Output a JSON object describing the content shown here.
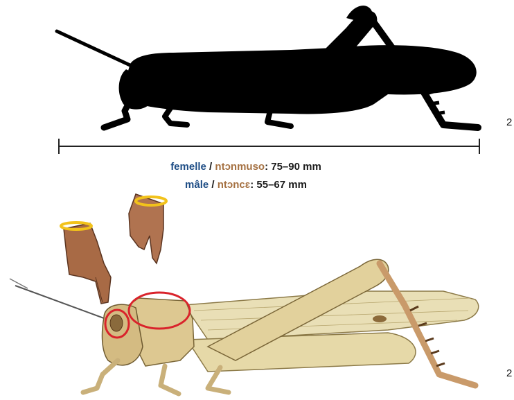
{
  "size_info": {
    "female_fr": "femelle",
    "female_bm": "ntɔnmuso",
    "female_size": "75–90 mm",
    "male_fr": "mâle",
    "male_bm": "ntɔncɛ",
    "male_size": "55–67 mm",
    "separator": " / ",
    "colon": ": "
  },
  "side_labels": {
    "top": "2",
    "bottom": "2"
  },
  "colors": {
    "french_label": "#1f4e86",
    "bambara_label": "#a57142",
    "highlight_circle": "#d9232b",
    "bracelet": "#f2c21b"
  },
  "icons": {
    "hand_one": "pointing-finger-icon",
    "hand_two": "two-fingers-icon"
  }
}
